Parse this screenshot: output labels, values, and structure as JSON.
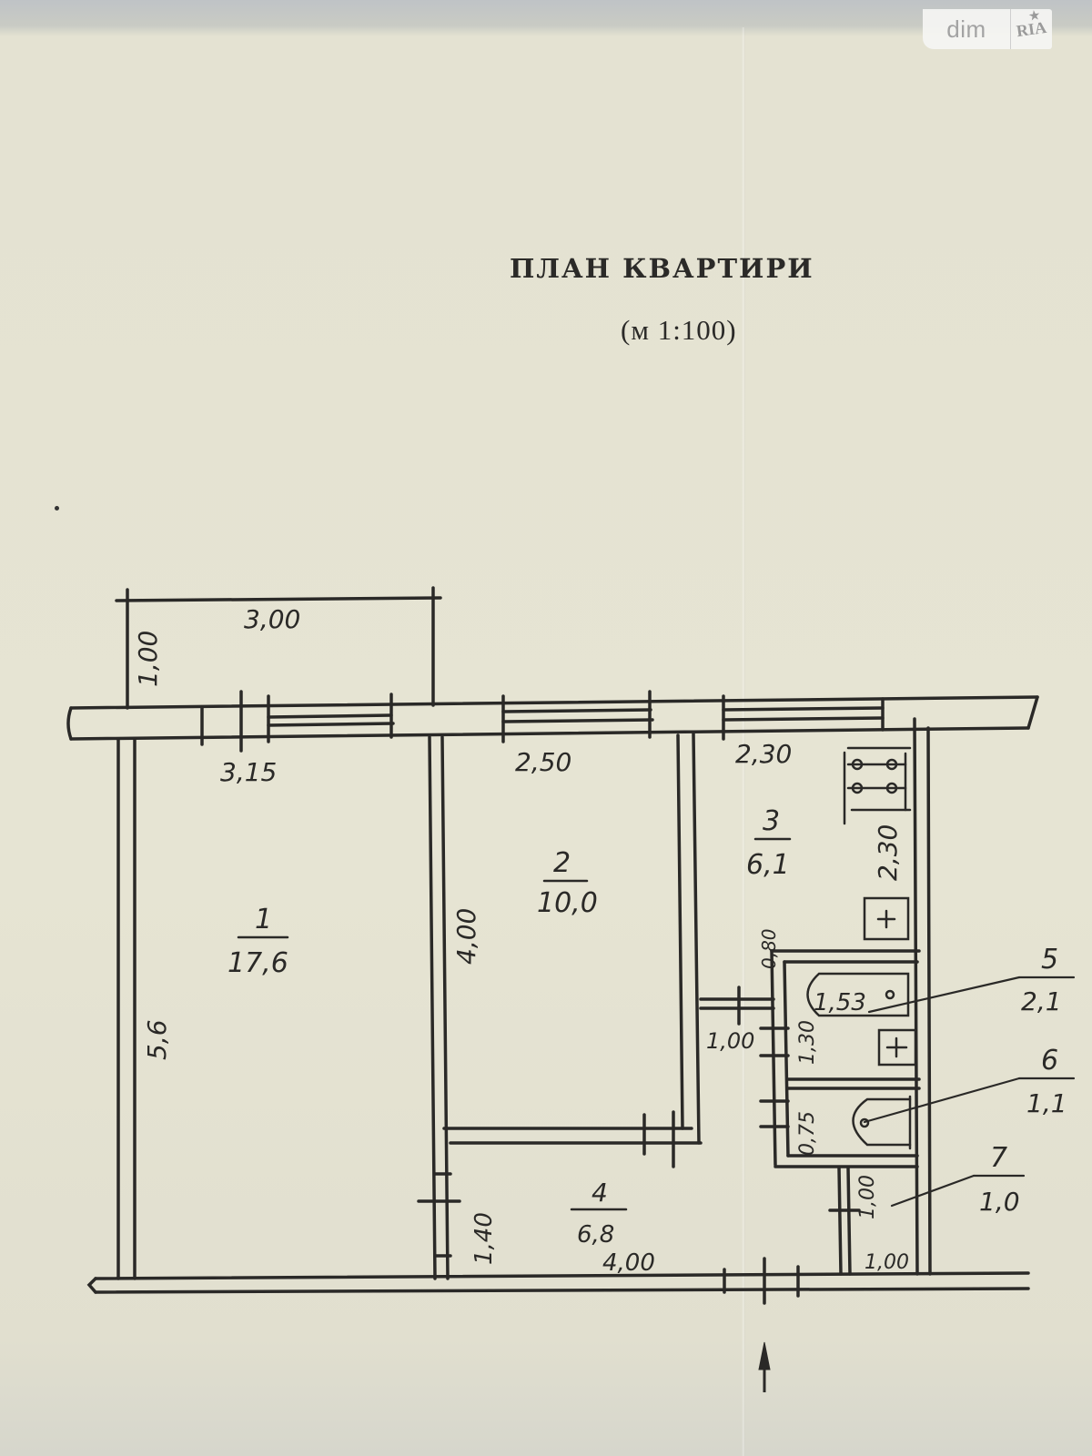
{
  "watermark": {
    "left_text": "dim",
    "right_text": "RIA",
    "icon": "star-icon"
  },
  "header": {
    "title": "ПЛАН КВАРТИРИ",
    "scale": "(м  1:100)"
  },
  "colors": {
    "paper": "#e6e4d3",
    "ink": "#2a2927",
    "watermark_text": "#a3a3a3"
  },
  "rooms": [
    {
      "number": "1",
      "area": "17,6"
    },
    {
      "number": "2",
      "area": "10,0"
    },
    {
      "number": "3",
      "area": "6,1"
    },
    {
      "number": "4",
      "area": "6,8"
    },
    {
      "number": "5",
      "area": "2,1"
    },
    {
      "number": "6",
      "area": "1,1"
    },
    {
      "number": "7",
      "area": "1,0"
    }
  ],
  "dimensions": {
    "balcony_width": "3,00",
    "balcony_depth": "1,00",
    "room1_width": "3,15",
    "room1_length": "5,6",
    "room2_width": "2,50",
    "room2_length": "4,00",
    "kitchen_width": "2,30",
    "kitchen_length": "2,30",
    "bath_length": "1,53",
    "bath_door": "0,80",
    "bath_depth": "1,30",
    "corridor_door": "1,00",
    "wc_depth": "0,75",
    "hall_width": "4,00",
    "hall_depth": "1,40",
    "closet_depth": "1,00",
    "closet_width": "1,00"
  }
}
